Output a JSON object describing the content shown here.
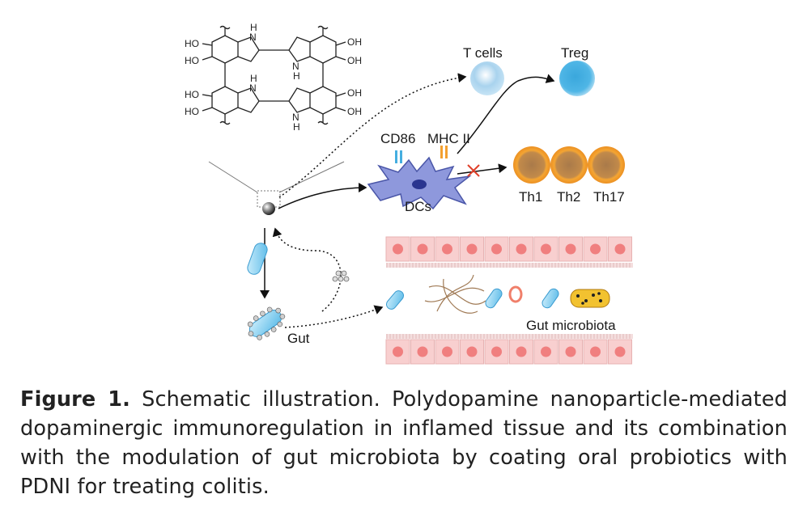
{
  "figure": {
    "chem_groups": {
      "ho_left": [
        "HO",
        "HO",
        "HO",
        "HO"
      ],
      "oh_right": [
        "OH",
        "OH",
        "OH",
        "OH"
      ],
      "nh_labels": [
        "H",
        "N",
        "N",
        "H",
        "H",
        "N",
        "N",
        "H"
      ]
    },
    "labels": {
      "t_cells": "T cells",
      "treg": "Treg",
      "cd86": "CD86",
      "mhc2": "MHC II",
      "dcs": "DCs",
      "th1": "Th1",
      "th2": "Th2",
      "th17": "Th17",
      "gut": "Gut",
      "gut_microbiota": "Gut microbiota"
    },
    "colors": {
      "t_cell": "#a9d3ee",
      "treg": "#4fb6e6",
      "th_orange": "#f39a2b",
      "dc_body": "#6a78c8",
      "epithelium": "#f8cfcf",
      "nucleus": "#f07f7f",
      "bacteria": "#8fd2f3"
    }
  },
  "caption": {
    "label": "Figure 1.",
    "text": " Schematic illustration. Polydopamine nanoparticle-mediated dopaminergic immunoregulation in inflamed tissue and its combination with the modulation of gut microbiota by coating oral probiotics with PDNI for treating colitis."
  }
}
